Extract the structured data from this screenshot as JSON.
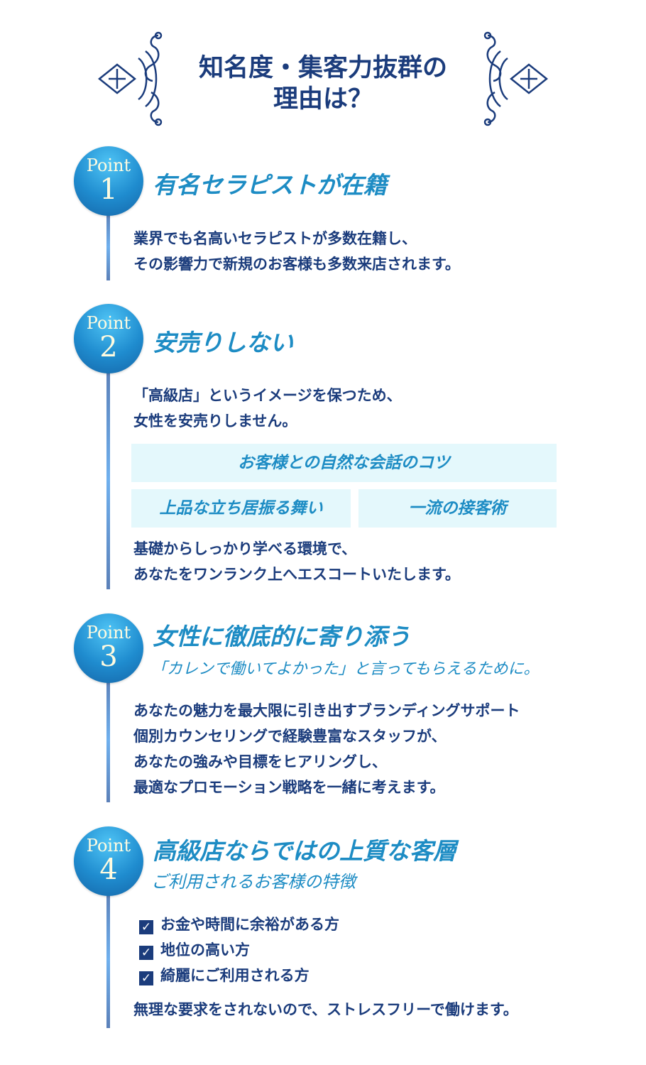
{
  "title": {
    "line1": "知名度・集客力抜群の",
    "line2": "理由は？"
  },
  "points": [
    {
      "label": "Point",
      "number": "1",
      "heading": "有名セラピストが在籍",
      "body": [
        "業界でも名高いセラピストが多数在籍し、",
        "その影響力で新規のお客様も多数来店されます。"
      ]
    },
    {
      "label": "Point",
      "number": "2",
      "heading": "安売りしない",
      "body": [
        "「高級店」というイメージを保つため、",
        "女性を安売りしません。"
      ],
      "boxes": [
        "お客様との自然な会話のコツ",
        "上品な立ち居振る舞い",
        "一流の接客術"
      ],
      "body2": [
        "基礎からしっかり学べる環境で、",
        "あなたをワンランク上へエスコートいたします。"
      ]
    },
    {
      "label": "Point",
      "number": "3",
      "heading": "女性に徹底的に寄り添う",
      "sub": "「カレンで働いてよかった」と言ってもらえるために。",
      "body": [
        "あなたの魅力を最大限に引き出すブランディングサポート",
        "個別カウンセリングで経験豊富なスタッフが、",
        "あなたの強みや目標をヒアリングし、",
        "最適なプロモーション戦略を一緒に考えます。"
      ]
    },
    {
      "label": "Point",
      "number": "4",
      "heading": "高級店ならではの上質な客層",
      "sub": "ご利用されるお客様の特徴",
      "checks": [
        "お金や時間に余裕がある方",
        "地位の高い方",
        "綺麗にご利用される方"
      ],
      "body": [
        "無理な要求をされないので、ストレスフリーで働けます。"
      ]
    }
  ]
}
